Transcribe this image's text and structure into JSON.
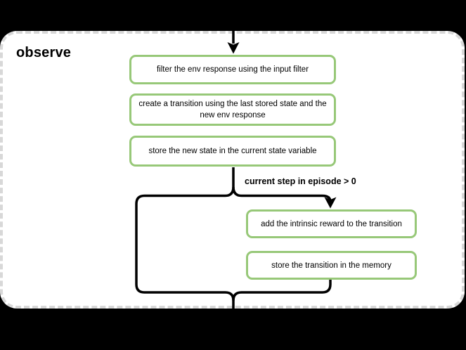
{
  "diagram": {
    "group_label": "observe",
    "condition_label": "current step in episode > 0",
    "nodes": [
      {
        "id": "filter-env-response",
        "lines": [
          "filter the env response using the input filter"
        ]
      },
      {
        "id": "create-transition",
        "lines": [
          "create a transition using the last stored state and the",
          "new env response"
        ]
      },
      {
        "id": "store-new-state",
        "lines": [
          "store the new state in the current state variable"
        ]
      },
      {
        "id": "add-intrinsic-reward",
        "lines": [
          "add the intrinsic reward to the transition"
        ]
      },
      {
        "id": "store-transition",
        "lines": [
          "store the transition in the memory"
        ]
      }
    ],
    "colors": {
      "background": "#000000",
      "container_fill": "#ffffff",
      "container_border": "#d8d8d8",
      "node_border": "#97c878",
      "node_fill": "#ffffff",
      "connector": "#000000",
      "text": "#000000"
    }
  }
}
